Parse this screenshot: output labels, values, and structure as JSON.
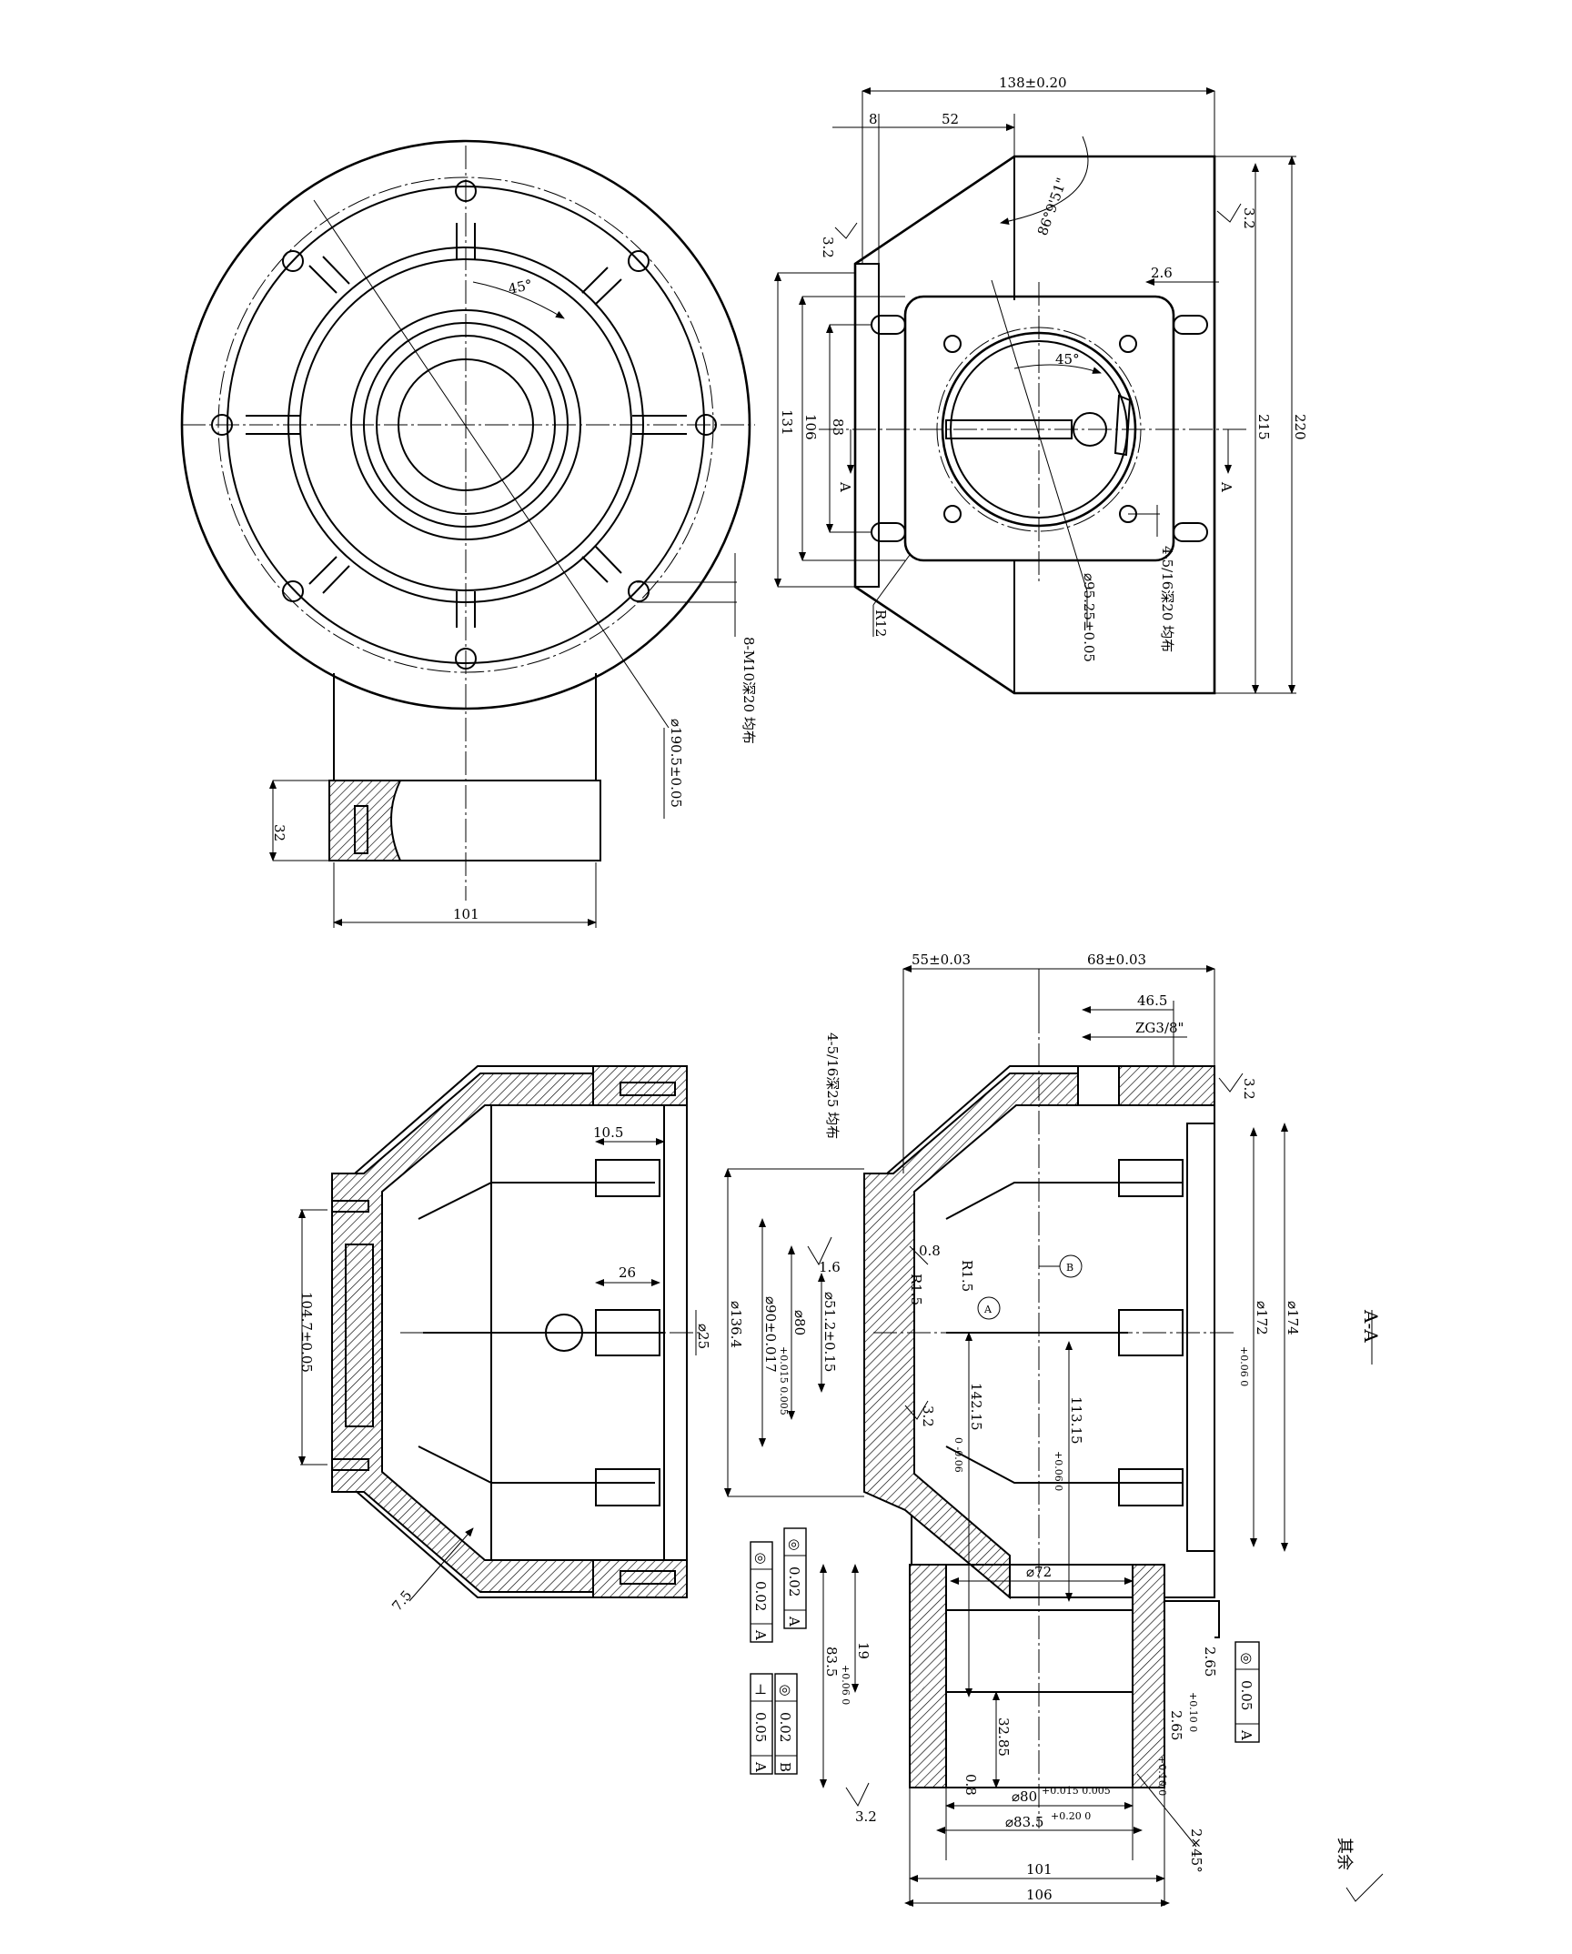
{
  "views": {
    "section_title": "A-A"
  },
  "top_right": {
    "d138": "138±0.20",
    "d8": "8",
    "d52": "52",
    "angle": "86°9'51\"",
    "rough1": "3.2",
    "rough2": "3.2",
    "d2_6": "2.6",
    "d131": "131",
    "d106": "106",
    "d83": "83",
    "secA_left": "A",
    "secA_right": "A",
    "ang45": "45°",
    "r12": "R12",
    "d95": "⌀95.25±0.05",
    "holes": "4-5/16深20 均布",
    "d215": "215",
    "d220": "220"
  },
  "top_left": {
    "ang45": "45°",
    "holes": "8-M10深20 均布",
    "d190": "⌀190.5±0.05",
    "d32": "32",
    "d101": "101"
  },
  "bottom_left": {
    "d10_5": "10.5",
    "d26": "26",
    "d25": "⌀25",
    "d104": "104.7±0.05",
    "d7_5": "7.5"
  },
  "bottom_right": {
    "d55": "55±0.03",
    "d68": "68±0.03",
    "d46_5": "46.5",
    "zg": "ZG3/8\"",
    "rough_top": "3.2",
    "holes": "4-5/16深25 均布",
    "d174": "⌀174",
    "d172": "⌀172",
    "d172_tol": "+0.06 0",
    "d136": "⌀136.4",
    "d90": "⌀90±0.017",
    "d80a": "⌀80",
    "d80a_tol": "+0.015 0.005",
    "d51": "⌀51.2±0.15",
    "r1_5a": "R1.5",
    "r1_5b": "R1.5",
    "ra08a": "0.8",
    "ra1_6": "1.6",
    "datumA": "A",
    "datumB": "B",
    "d142": "142.15",
    "d142_tol": "0 -0.06",
    "d113": "113.15",
    "d113_tol": "+0.06 0",
    "rough_mid": "3.2",
    "d72": "⌀72",
    "d19": "19",
    "d19_tol": "+0.06 0",
    "d83_5": "83.5",
    "d32_85": "32.85",
    "d2_65a": "2.65",
    "d2_65a_tol": "+0.10 0",
    "d2_65b": "2.65",
    "d2_65b_tol": "+0.10 0",
    "ra08b": "0.8",
    "rough_bottom": "3.2",
    "d80b": "⌀80",
    "d80b_tol": "+0.015 0.005",
    "d83_5b": "⌀83.5",
    "d83_5b_tol": "+0.20 0",
    "d101": "101",
    "d106": "106",
    "chamfer": "2×45°"
  },
  "tolerances": [
    {
      "symbol": "◎",
      "value": "0.02",
      "datum": "A"
    },
    {
      "symbol": "◎",
      "value": "0.02",
      "datum": "A"
    },
    {
      "symbol": "◎",
      "value": "0.05",
      "datum": "A"
    },
    {
      "symbol": "⊥",
      "value": "0.05",
      "datum": "A"
    },
    {
      "symbol": "◎",
      "value": "0.02",
      "datum": "B"
    }
  ],
  "notes": {
    "rest": "其余"
  }
}
